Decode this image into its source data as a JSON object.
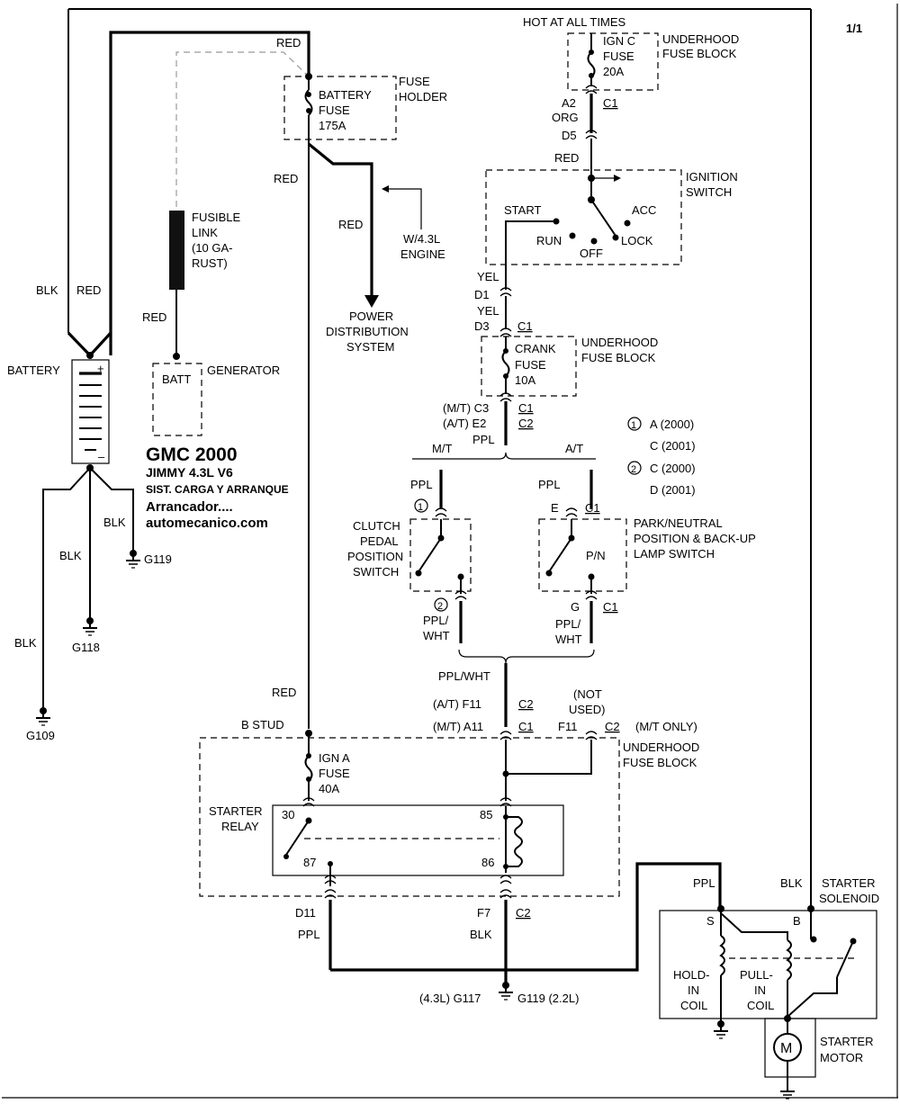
{
  "page_number": "1/1",
  "title": {
    "make_year": "GMC 2000",
    "model": "JIMMY  4.3L  V6",
    "system": "SIST. CARGA Y ARRANQUE",
    "note": "Arrancador....",
    "website": "automecanico.com"
  },
  "power": {
    "hot_at_all_times": "HOT AT ALL TIMES",
    "underhood_fuse_block_top": [
      "UNDERHOOD",
      "FUSE BLOCK"
    ],
    "ign_c_fuse": [
      "IGN C",
      "FUSE",
      "20A"
    ],
    "c1_top": "C1",
    "pin_a2": "A2",
    "org": "ORG",
    "pin_d5": "D5",
    "red_d5": "RED"
  },
  "battery_side": {
    "red_top": "RED",
    "fuse_holder": [
      "FUSE",
      "HOLDER"
    ],
    "battery_fuse": [
      "BATTERY",
      "FUSE",
      "175A"
    ],
    "red_below_fuse": "RED",
    "red_to_pds": "RED",
    "w43_engine": [
      "W/4.3L",
      "ENGINE"
    ],
    "power_distribution": [
      "POWER",
      "DISTRIBUTION",
      "SYSTEM"
    ],
    "fusible_link": [
      "FUSIBLE",
      "LINK",
      "(10 GA-",
      "RUST)"
    ],
    "red_link": "RED",
    "blk_left": "BLK",
    "red_left": "RED",
    "battery": "BATTERY",
    "plus": "+",
    "minus": "–",
    "batt": "BATT",
    "generator": "GENERATOR",
    "blk_g119": "BLK",
    "g119": "G119",
    "blk_g118": "BLK",
    "g118": "G118",
    "blk_g109": "BLK",
    "g109": "G109",
    "red_bstud": "RED",
    "b_stud": "B STUD"
  },
  "ignition": {
    "label": [
      "IGNITION",
      "SWITCH"
    ],
    "start": "START",
    "acc": "ACC",
    "run": "RUN",
    "off": "OFF",
    "lock": "LOCK",
    "yel_1": "YEL",
    "pin_d1": "D1",
    "yel_2": "YEL",
    "pin_d3": "D3",
    "c1": "C1"
  },
  "crank": {
    "fuse": [
      "CRANK",
      "FUSE",
      "10A"
    ],
    "block": [
      "UNDERHOOD",
      "FUSE BLOCK"
    ],
    "mt_c3": "(M/T)  C3",
    "at_e2": "(A/T)  E2",
    "c1": "C1",
    "c2": "C2",
    "ppl": "PPL"
  },
  "legend": [
    {
      "n": "1",
      "first": "A (2000)",
      "second": "C (2001)"
    },
    {
      "n": "2",
      "first": "C (2000)",
      "second": "D (2001)"
    }
  ],
  "switches": {
    "mt": "M/T",
    "at": "A/T",
    "ppl_left": "PPL",
    "ppl_right": "PPL",
    "marker_1": "1",
    "marker_2": "2",
    "clutch": [
      "CLUTCH",
      "PEDAL",
      "POSITION",
      "SWITCH"
    ],
    "pin_e": "E",
    "c1_e": "C1",
    "park_neutral": [
      "PARK/NEUTRAL",
      "POSITION & BACK-UP",
      "LAMP SWITCH"
    ],
    "pn": "P/N",
    "pin_g": "G",
    "c1_g": "C1",
    "ppl_wht_left": [
      "PPL/",
      "WHT"
    ],
    "ppl_wht_right": [
      "PPL/",
      "WHT"
    ],
    "ppl_wht_joined": "PPL/WHT"
  },
  "relay_block": {
    "at_f11": "(A/T)    F11",
    "c2_at": "C2",
    "not_used": [
      "(NOT",
      "USED)"
    ],
    "mt_a11": "(M/T)    A11",
    "c1_mt": "C1",
    "f11": "F11",
    "c2_f11": "C2",
    "mt_only": "(M/T ONLY)",
    "block": [
      "UNDERHOOD",
      "FUSE BLOCK"
    ],
    "ign_a_fuse": [
      "IGN A",
      "FUSE",
      "40A"
    ],
    "starter_relay": [
      "STARTER",
      "RELAY"
    ],
    "pin_30": "30",
    "pin_85": "85",
    "pin_87": "87",
    "pin_86": "86",
    "pin_d11": "D11",
    "ppl_d11": "PPL",
    "pin_f7": "F7",
    "c2_f7": "C2",
    "blk_f7": "BLK",
    "ground_labels": "(4.3L) G117",
    "ground_labels_right": "G119 (2.2L)"
  },
  "starter": {
    "ppl": "PPL",
    "blk": "BLK",
    "solenoid": [
      "STARTER",
      "SOLENOID"
    ],
    "s": "S",
    "b": "B",
    "hold_in": [
      "HOLD-",
      "IN",
      "COIL"
    ],
    "pull_in": [
      "PULL-",
      "IN",
      "COIL"
    ],
    "motor_symbol": "M",
    "motor": [
      "STARTER",
      "MOTOR"
    ]
  }
}
